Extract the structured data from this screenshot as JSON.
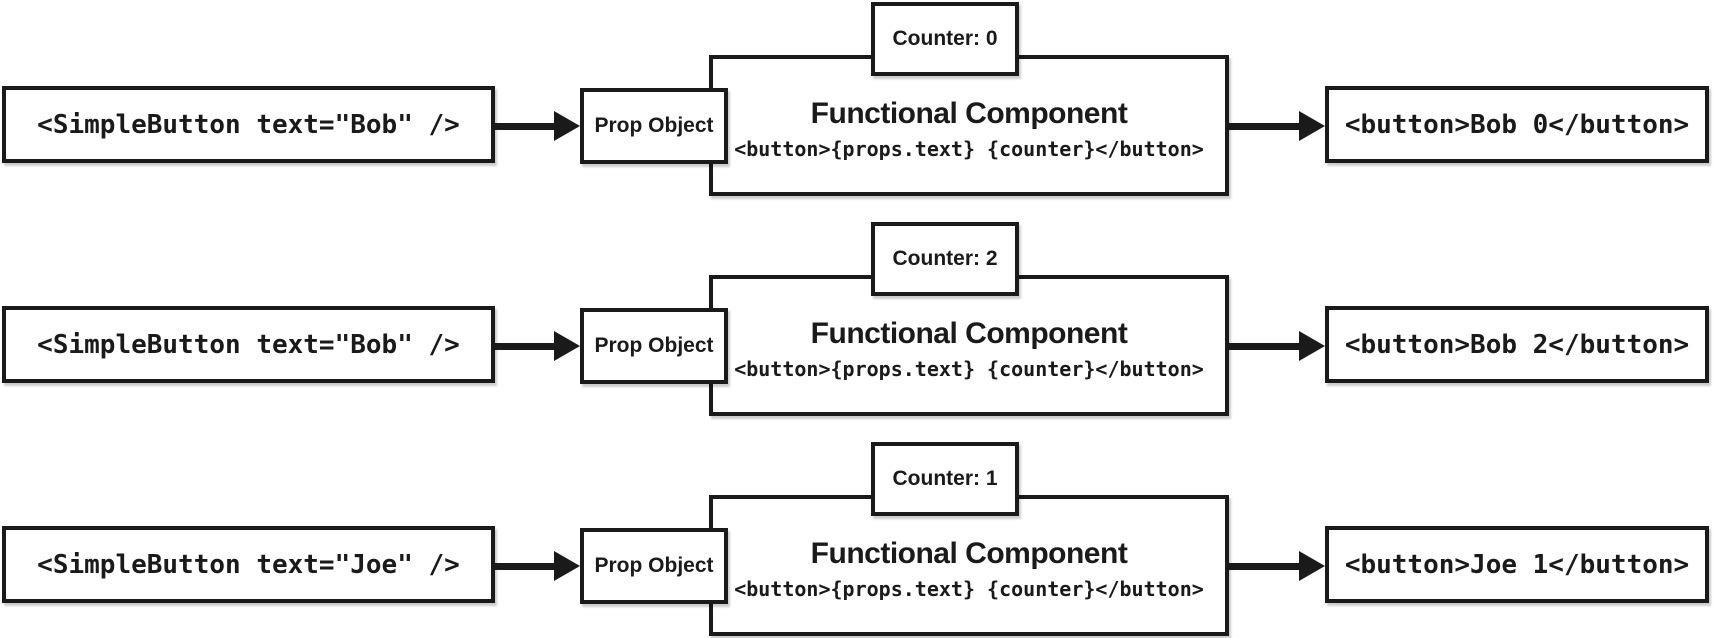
{
  "colors": {
    "line": "#1a1a1a",
    "background": "#ffffff"
  },
  "rows": [
    {
      "source_code": "<SimpleButton text=\"Bob\" />",
      "prop_label": "Prop Object",
      "counter_label": "Counter: 0",
      "component_title": "Functional Component",
      "component_code": "<button>{props.text} {counter}</button>",
      "output_code": "<button>Bob 0</button>"
    },
    {
      "source_code": "<SimpleButton text=\"Bob\" />",
      "prop_label": "Prop Object",
      "counter_label": "Counter: 2",
      "component_title": "Functional Component",
      "component_code": "<button>{props.text} {counter}</button>",
      "output_code": "<button>Bob 2</button>"
    },
    {
      "source_code": "<SimpleButton text=\"Joe\" />",
      "prop_label": "Prop Object",
      "counter_label": "Counter: 1",
      "component_title": "Functional Component",
      "component_code": "<button>{props.text} {counter}</button>",
      "output_code": "<button>Joe 1</button>"
    }
  ]
}
